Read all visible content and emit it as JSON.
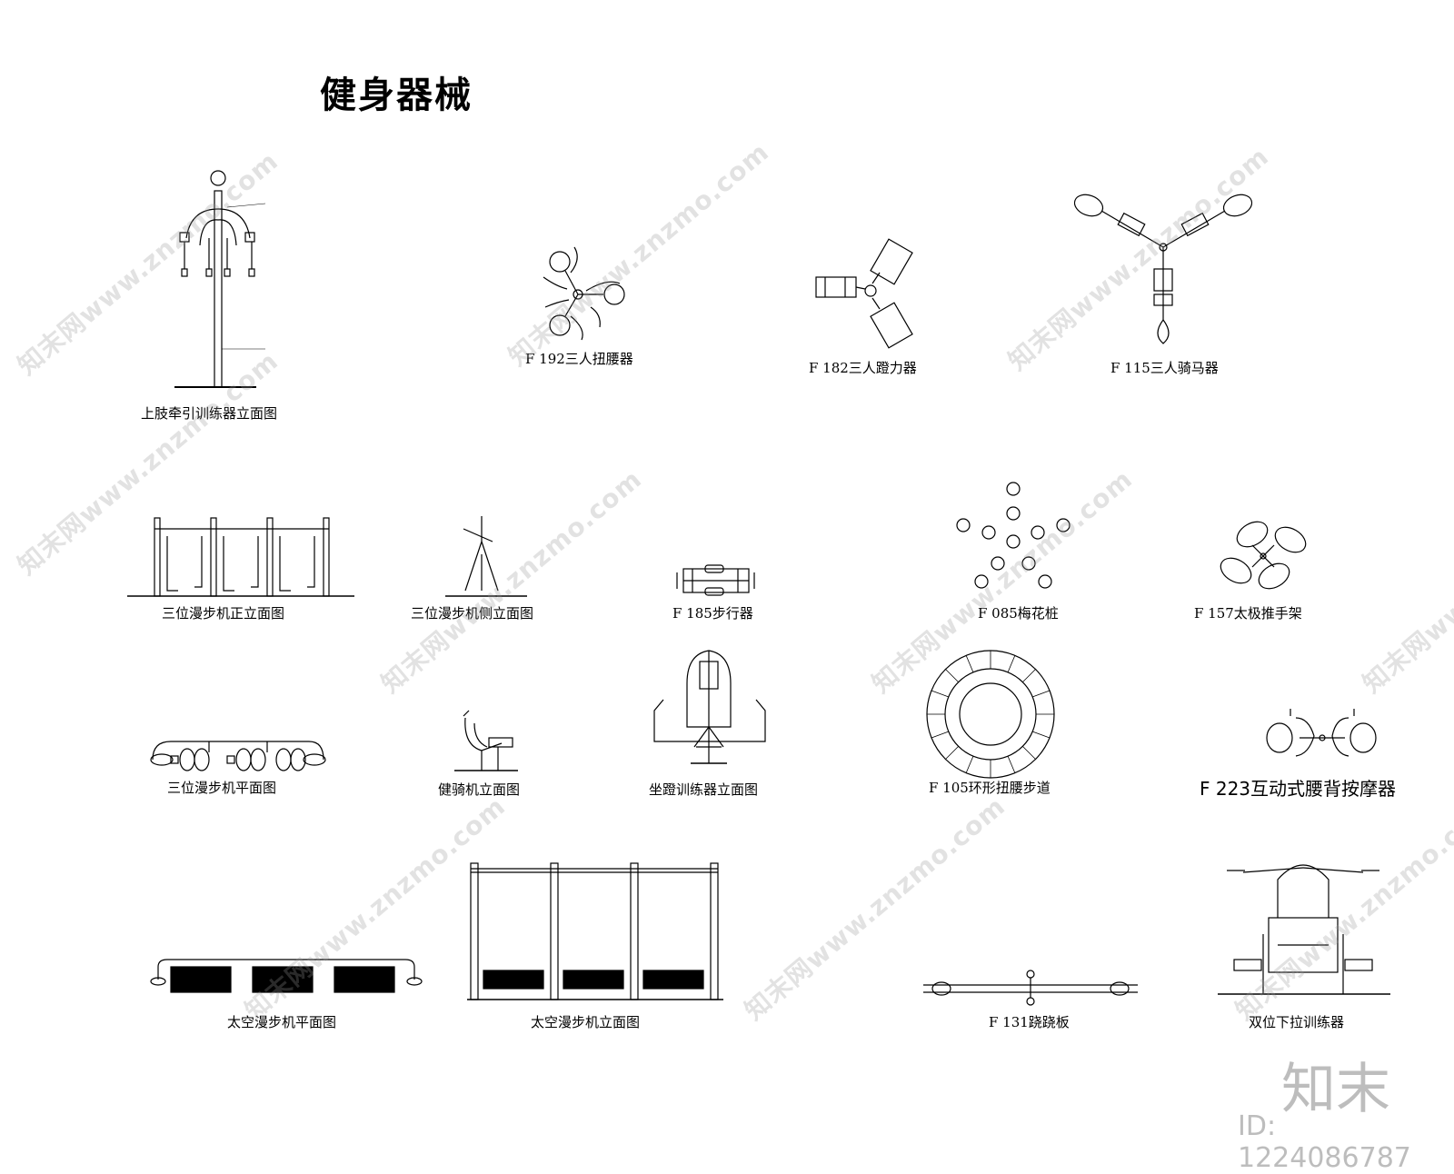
{
  "title": "健身器械",
  "labels": {
    "upper_limb": "上肢牵引训练器立面图",
    "twist_waist_192": "F 192三人扭腰器",
    "dumbbell_182": "F 182三人蹬力器",
    "bike_115": "F 115三人骑马器",
    "walker_front": "三位漫步机正立面图",
    "walker_side": "三位漫步机侧立面图",
    "stepper_185": "F 185步行器",
    "plum_085": "F 085梅花桩",
    "taichi_157": "F 157太极推手架",
    "walker_plan": "三位漫步机平面图",
    "bike_elev": "健骑机立面图",
    "seated_trainer": "坐蹬训练器立面图",
    "ring_path_105": "F 105环形扭腰步道",
    "massager_223": "F 223互动式腰背按摩器",
    "space_walker_plan": "太空漫步机平面图",
    "space_walker_elev": "太空漫步机立面图",
    "seesaw_131": "F 131跷跷板",
    "pulldown": "双位下拉训练器"
  },
  "watermark_text": "知末网www.znzmo.com",
  "brand_mark": "知末",
  "image_id": "ID: 1224086787"
}
